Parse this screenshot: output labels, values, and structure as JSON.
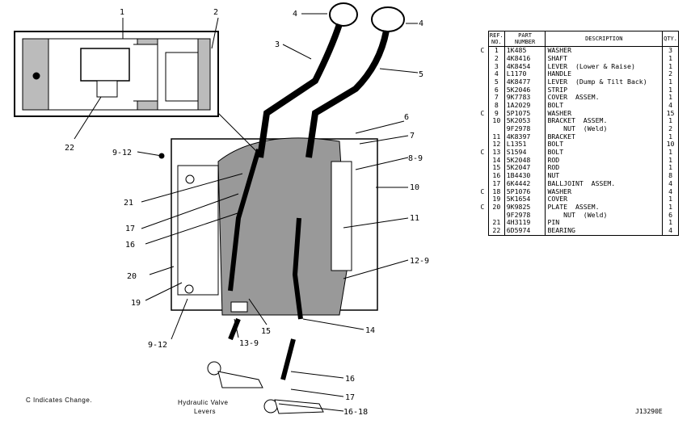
{
  "callouts": {
    "c1": "1",
    "c2": "2",
    "c3": "3",
    "c4a": "4",
    "c4b": "4",
    "c5": "5",
    "c6": "6",
    "c7": "7",
    "c8_9": "8-9",
    "c9_12a": "9-12",
    "c9_12b": "9-12",
    "c10": "10",
    "c11": "11",
    "c12_9": "12-9",
    "c13_9": "13-9",
    "c14": "14",
    "c15": "15",
    "c16a": "16",
    "c16b": "16",
    "c16_18": "16-18",
    "c17a": "17",
    "c17b": "17",
    "c19": "19",
    "c20": "20",
    "c21": "21",
    "c22": "22"
  },
  "notes": {
    "change_note": "C  Indicates  Change.",
    "caption_line1": "Hydraulic  Valve",
    "caption_line2": "Levers",
    "drawing_id": "J13290E"
  },
  "table": {
    "headers": {
      "ref": "REF.\nNO.",
      "part": "PART\nNUMBER",
      "desc": "DESCRIPTION",
      "qty": "QTY."
    },
    "rows": [
      {
        "chg": "C",
        "no": "1",
        "part": "1K485",
        "desc": "WASHER",
        "qty": "3"
      },
      {
        "chg": "",
        "no": "2",
        "part": "4K8416",
        "desc": "SHAFT",
        "qty": "1"
      },
      {
        "chg": "",
        "no": "3",
        "part": "4K8454",
        "desc": "LEVER  (Lower & Raise)",
        "qty": "1"
      },
      {
        "chg": "",
        "no": "4",
        "part": "L1170",
        "desc": "HANDLE",
        "qty": "2"
      },
      {
        "chg": "",
        "no": "5",
        "part": "4K8477",
        "desc": "LEVER  (Dump & Tilt Back)",
        "qty": "1"
      },
      {
        "chg": "",
        "no": "6",
        "part": "5K2046",
        "desc": "STRIP",
        "qty": "1"
      },
      {
        "chg": "",
        "no": "7",
        "part": "9K7783",
        "desc": "COVER  ASSEM.",
        "qty": "1"
      },
      {
        "chg": "",
        "no": "8",
        "part": "1A2029",
        "desc": "BOLT",
        "qty": "4"
      },
      {
        "chg": "C",
        "no": "9",
        "part": "5P1075",
        "desc": "WASHER",
        "qty": "15"
      },
      {
        "chg": "",
        "no": "10",
        "part": "5K2053",
        "desc": "BRACKET  ASSEM.",
        "qty": "1"
      },
      {
        "chg": "",
        "no": "",
        "part": "9F2978",
        "desc": "    NUT  (Weld)",
        "qty": "2"
      },
      {
        "chg": "",
        "no": "11",
        "part": "4K8397",
        "desc": "BRACKET",
        "qty": "1"
      },
      {
        "chg": "",
        "no": "12",
        "part": "L1351",
        "desc": "BOLT",
        "qty": "10"
      },
      {
        "chg": "C",
        "no": "13",
        "part": "S1594",
        "desc": "BOLT",
        "qty": "1"
      },
      {
        "chg": "",
        "no": "14",
        "part": "5K2048",
        "desc": "ROD",
        "qty": "1"
      },
      {
        "chg": "",
        "no": "15",
        "part": "5K2047",
        "desc": "ROD",
        "qty": "1"
      },
      {
        "chg": "",
        "no": "16",
        "part": "1B4430",
        "desc": "NUT",
        "qty": "8"
      },
      {
        "chg": "",
        "no": "17",
        "part": "6K4442",
        "desc": "BALLJOINT  ASSEM.",
        "qty": "4"
      },
      {
        "chg": "C",
        "no": "18",
        "part": "5P1076",
        "desc": "WASHER",
        "qty": "4"
      },
      {
        "chg": "",
        "no": "19",
        "part": "5K1654",
        "desc": "COVER",
        "qty": "1"
      },
      {
        "chg": "C",
        "no": "20",
        "part": "9K9825",
        "desc": "PLATE  ASSEM.",
        "qty": "1"
      },
      {
        "chg": "",
        "no": "",
        "part": "9F2978",
        "desc": "    NUT  (Weld)",
        "qty": "6"
      },
      {
        "chg": "",
        "no": "21",
        "part": "4H3119",
        "desc": "PIN",
        "qty": "1"
      },
      {
        "chg": "",
        "no": "22",
        "part": "6D5974",
        "desc": "BEARING",
        "qty": "4"
      }
    ]
  }
}
